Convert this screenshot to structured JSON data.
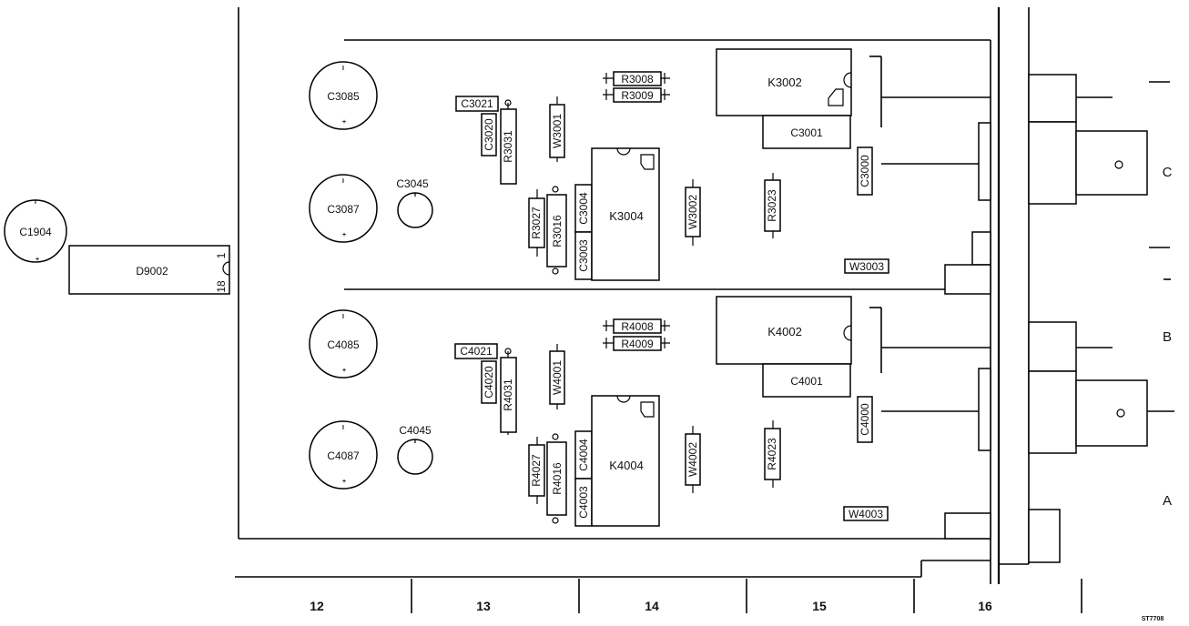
{
  "doc_id": "ST7708",
  "grid_columns": [
    "12",
    "13",
    "14",
    "15",
    "16"
  ],
  "row_labels": [
    "C",
    "B",
    "A"
  ],
  "pin_labels": {
    "pin1": "1",
    "pin18": "18"
  },
  "components": {
    "C1904": "C1904",
    "D9002": "D9002",
    "C3085": "C3085",
    "C3087": "C3087",
    "C3045": "C3045",
    "C3021": "C3021",
    "C3020": "C3020",
    "R3031": "R3031",
    "W3001": "W3001",
    "R3008": "R3008",
    "R3009": "R3009",
    "R3027": "R3027",
    "R3016": "R3016",
    "C3004": "C3004",
    "C3003": "C3003",
    "K3004": "K3004",
    "W3002": "W3002",
    "R3023": "R3023",
    "K3002": "K3002",
    "C3001": "C3001",
    "C3000": "C3000",
    "W3003": "W3003",
    "C4085": "C4085",
    "C4087": "C4087",
    "C4045": "C4045",
    "C4021": "C4021",
    "C4020": "C4020",
    "R4031": "R4031",
    "W4001": "W4001",
    "R4008": "R4008",
    "R4009": "R4009",
    "R4027": "R4027",
    "R4016": "R4016",
    "C4004": "C4004",
    "C4003": "C4003",
    "K4004": "K4004",
    "W4002": "W4002",
    "R4023": "R4023",
    "K4002": "K4002",
    "C4001": "C4001",
    "C4000": "C4000",
    "W4003": "W4003"
  },
  "polarity": {
    "minus": "I",
    "plus": "+"
  }
}
